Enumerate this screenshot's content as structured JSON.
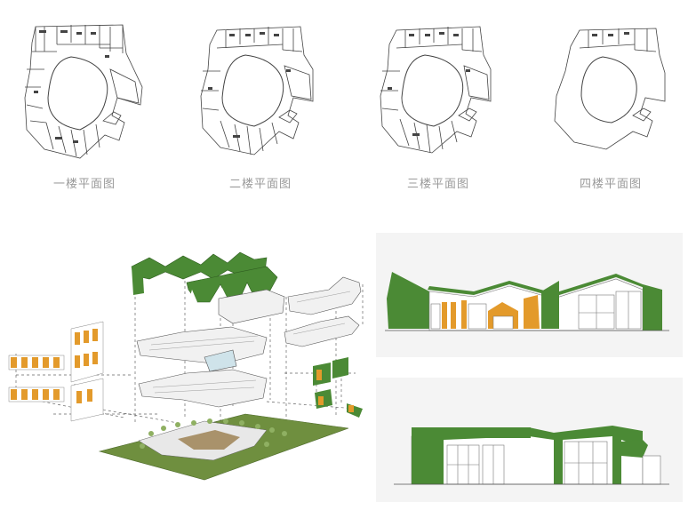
{
  "floor_plans": [
    {
      "label": "一楼平面图"
    },
    {
      "label": "二楼平面图"
    },
    {
      "label": "三楼平面图"
    },
    {
      "label": "四楼平面图"
    }
  ],
  "exploded_axonometric": {},
  "elevation_north": {},
  "elevation_south": {},
  "colors": {
    "roof_green": "#4b8a35",
    "ground_green": "#6f8f3f",
    "panel_orange": "#e39a2b",
    "line_grey": "#555555",
    "label_grey": "#9a9a9a"
  }
}
